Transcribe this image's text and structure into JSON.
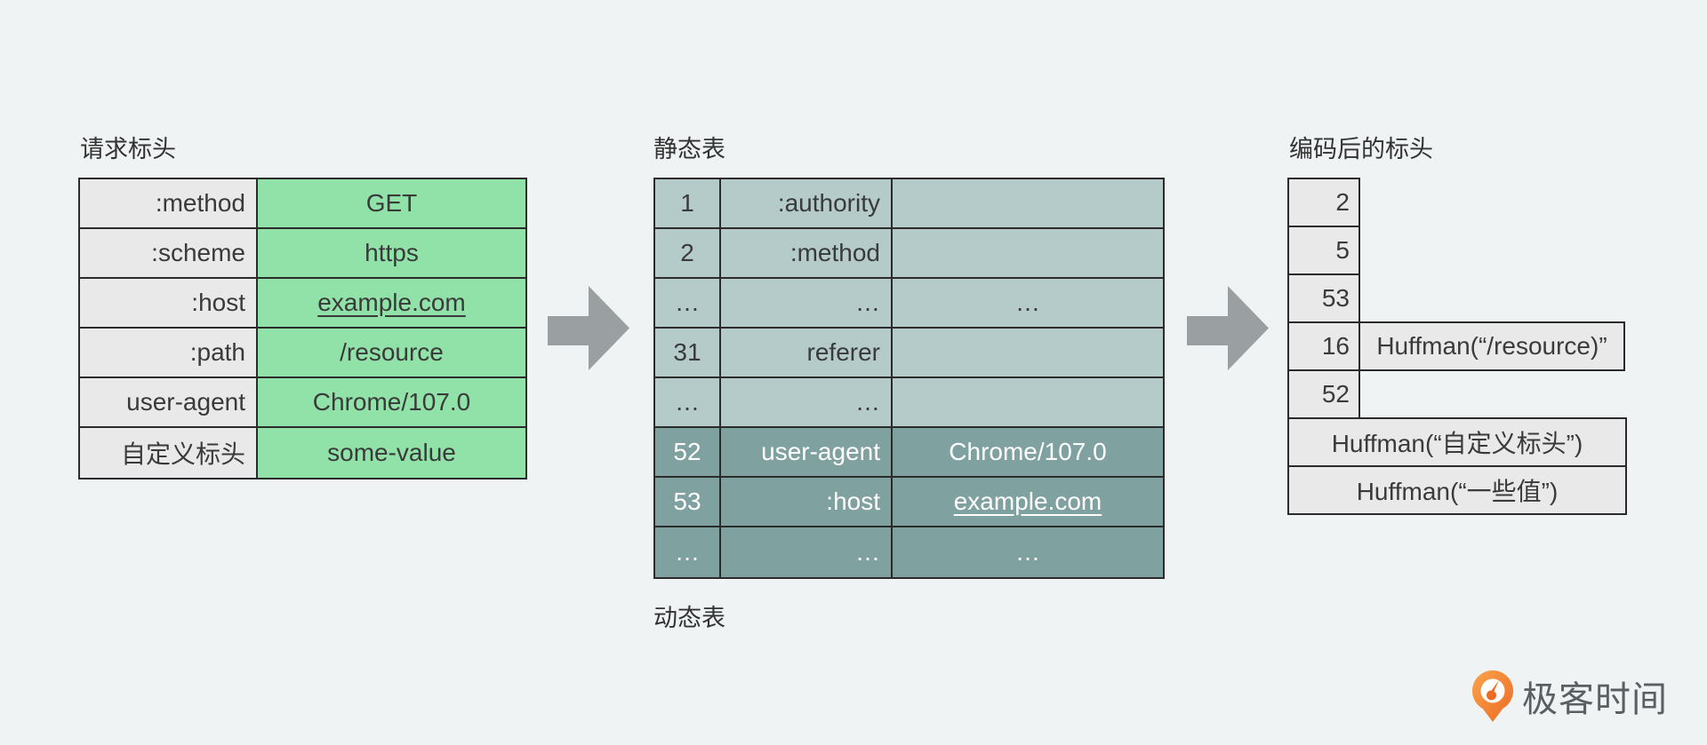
{
  "request": {
    "title": "请求标头",
    "rows": [
      {
        "name": ":method",
        "value": "GET"
      },
      {
        "name": ":scheme",
        "value": "https"
      },
      {
        "name": ":host",
        "value": "example.com"
      },
      {
        "name": ":path",
        "value": "/resource"
      },
      {
        "name": "user-agent",
        "value": "Chrome/107.0"
      },
      {
        "name": "自定义标头",
        "value": "some-value"
      }
    ]
  },
  "static_table": {
    "title": "静态表",
    "dynamic_label": "动态表",
    "rows": [
      {
        "index": "1",
        "name": ":authority",
        "value": ""
      },
      {
        "index": "2",
        "name": ":method",
        "value": ""
      },
      {
        "index": "…",
        "name": "…",
        "value": "…"
      },
      {
        "index": "31",
        "name": "referer",
        "value": ""
      },
      {
        "index": "…",
        "name": "…",
        "value": ""
      },
      {
        "index": "52",
        "name": "user-agent",
        "value": "Chrome/107.0"
      },
      {
        "index": "53",
        "name": ":host",
        "value": "example.com"
      },
      {
        "index": "…",
        "name": "…",
        "value": "…"
      }
    ]
  },
  "encoded": {
    "title": "编码后的标头",
    "rows": [
      {
        "index": "2"
      },
      {
        "index": "5"
      },
      {
        "index": "53"
      },
      {
        "index": "16",
        "value": "Huffman(“/resource)”"
      },
      {
        "index": "52"
      },
      {
        "value": "Huffman(“自定义标头”)"
      },
      {
        "value": "Huffman(“一些值”)"
      }
    ]
  },
  "logo": {
    "text": "极客时间"
  },
  "colors": {
    "background": "#eff3f3",
    "label_cell_gray": "#e9e9e9",
    "value_cell_green": "#91e2a9",
    "static_table_light_teal": "#b4cbca",
    "dynamic_table_dark_teal": "#7fa1a0",
    "border": "#2b2b2b",
    "arrow_gray": "#9aa0a1",
    "logo_orange": "#f07428",
    "logo_text_gray": "#595f63",
    "text_dark": "#3a3a3a",
    "text_light": "#ffffff"
  }
}
